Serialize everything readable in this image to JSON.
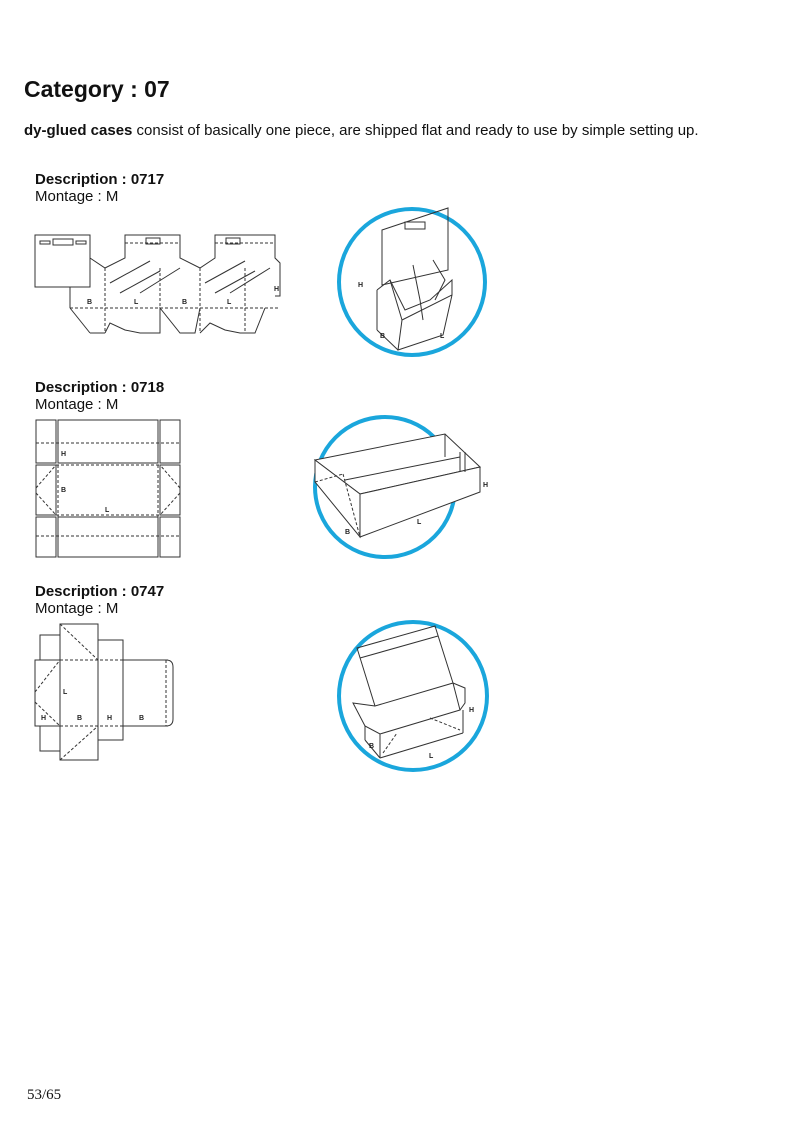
{
  "page": {
    "title": "Category : 07",
    "intro_bold": "dy-glued cases",
    "intro_text": " consist of basically one piece, are shipped flat and ready to use by simple setting up.",
    "page_number": "53/65"
  },
  "accent_color": "#1aa6dc",
  "descriptions": [
    {
      "label": "Description : 0717",
      "montage": "Montage : M",
      "dims": {
        "B": "B",
        "L": "L",
        "H": "H"
      }
    },
    {
      "label": "Description : 0718",
      "montage": "Montage : M",
      "dims": {
        "B": "B",
        "L": "L",
        "H": "H"
      }
    },
    {
      "label": "Description : 0747",
      "montage": "Montage : M",
      "dims": {
        "B": "B",
        "L": "L",
        "H": "H"
      }
    }
  ]
}
